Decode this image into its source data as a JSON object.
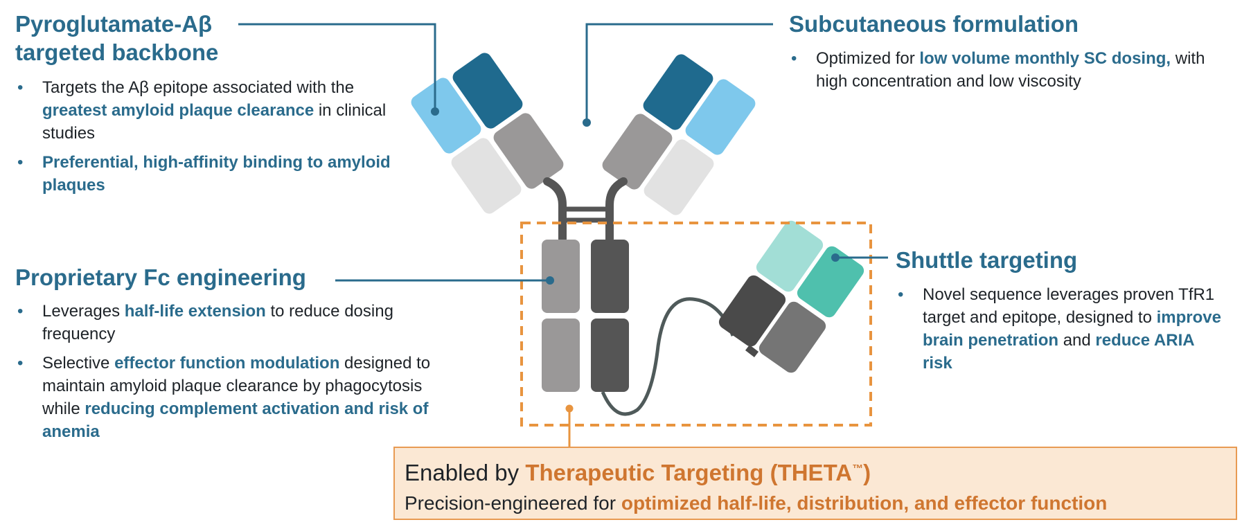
{
  "backbone": {
    "title_line1": "Pyroglutamate-Aβ",
    "title_line2": "targeted backbone",
    "bullet1": {
      "a": "Targets the Aβ epitope associated with the ",
      "b": "greatest amyloid plaque clearance",
      "c": " in clinical studies"
    },
    "bullet2": {
      "a": "Preferential, high-affinity binding to amyloid plaques"
    }
  },
  "subcutaneous": {
    "title": "Subcutaneous formulation",
    "bullet1": {
      "a": "Optimized for ",
      "b": "low volume monthly SC dosing,",
      "c": " with high concentration and low viscosity"
    }
  },
  "fc": {
    "title": "Proprietary Fc engineering",
    "bullet1": {
      "a": "Leverages ",
      "b": "half-life extension",
      "c": " to reduce dosing frequency"
    },
    "bullet2": {
      "a": "Selective ",
      "b": "effector function modulation",
      "c": " designed to maintain amyloid plaque clearance by phagocytosis while ",
      "d": "reducing complement activation and risk of anemia"
    }
  },
  "shuttle": {
    "title": "Shuttle targeting",
    "bullet1": {
      "a": "Novel sequence leverages proven TfR1 target and epitope,",
      "b": " designed to ",
      "c": "improve brain penetration",
      "d": " and ",
      "e": "reduce ARIA risk"
    }
  },
  "theta": {
    "line1_a": "Enabled by ",
    "line1_b": "Therapeutic Targeting (THETA",
    "line1_tm": "™",
    "line1_c": ")",
    "line2_a": "Precision-engineered  for ",
    "line2_b": "optimized half-life, distribution, and effector function"
  },
  "colors": {
    "accent_blue": "#2a6b8c",
    "accent_orange": "#e8943f",
    "light_blue": "#7ec8ec",
    "dark_blue": "#1f6a8e",
    "teal": "#4fc0ad",
    "light_teal": "#a2ded6"
  }
}
